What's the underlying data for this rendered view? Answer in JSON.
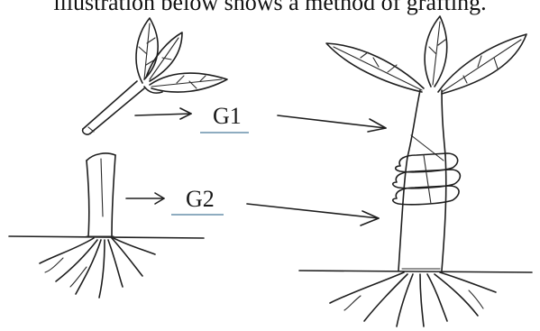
{
  "caption": "illustration below shows a method of grafting.",
  "labels": {
    "scion": "G1",
    "stock": "G2"
  },
  "colors": {
    "ink": "#1e1e1e",
    "label_underline": "#4a7a9a"
  }
}
